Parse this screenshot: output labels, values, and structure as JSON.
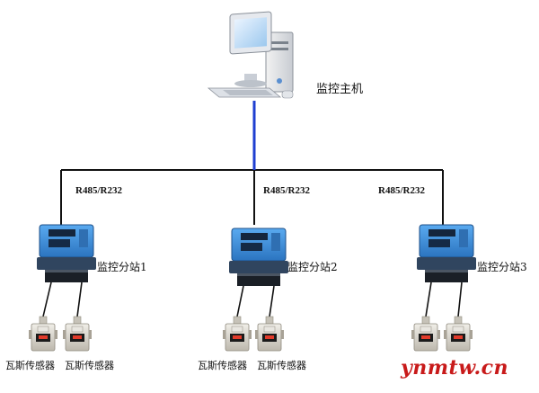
{
  "host": {
    "label": "监控主机"
  },
  "connections": [
    "R485/R232",
    "R485/R232",
    "R485/R232"
  ],
  "stations": [
    {
      "label": "监控分站1",
      "sensors": [
        "瓦斯传感器",
        "瓦斯传感器"
      ]
    },
    {
      "label": "监控分站2",
      "sensors": [
        "瓦斯传感器",
        "瓦斯传感器"
      ]
    },
    {
      "label": "监控分站3",
      "sensors": [
        "",
        ""
      ]
    }
  ],
  "watermark": "ynmtw.cn",
  "colors": {
    "trunk_link": "#1f3fd1",
    "bus": "#111111",
    "station_body": "#3b8fd6",
    "watermark": "#c81a1a"
  },
  "icons": [
    "computer-icon",
    "monitoring-substation-icon",
    "gas-sensor-icon"
  ]
}
